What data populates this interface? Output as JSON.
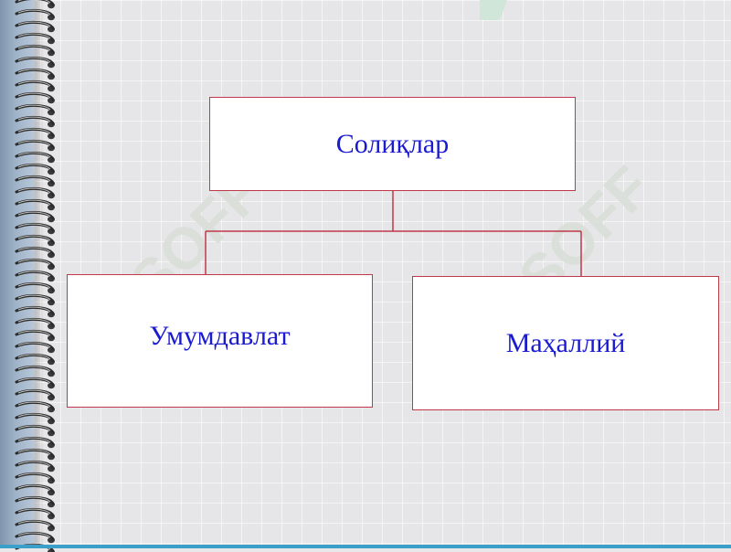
{
  "diagram": {
    "root": {
      "label": "Солиқлар"
    },
    "children": [
      {
        "label": "Умумдавлат"
      },
      {
        "label": "Маҳаллий"
      }
    ]
  },
  "watermark": {
    "text": "SOFF"
  },
  "colors": {
    "box_border": "#c0394a",
    "box_text": "#1a1ad0",
    "connector": "#c0394a",
    "binding": "#9fb3c8",
    "watermark": "#cfe6d8"
  },
  "icons": [
    "spiral-binding-icon",
    "soff-logo-icon"
  ]
}
